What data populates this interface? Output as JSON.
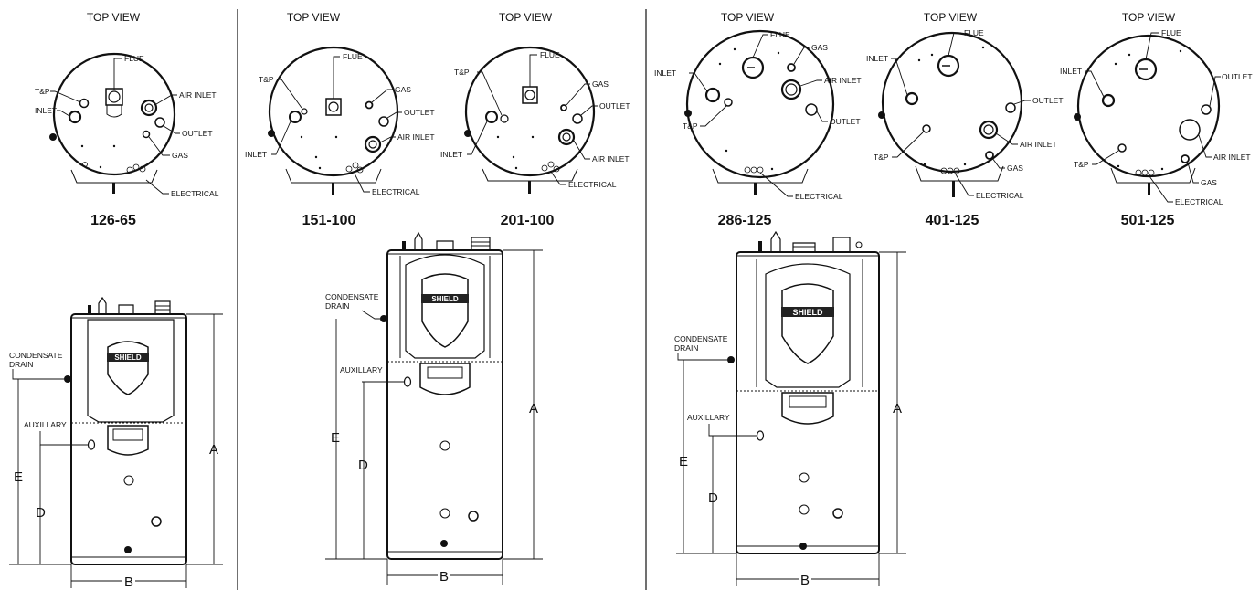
{
  "top_view_label": "TOP VIEW",
  "models": [
    "126-65",
    "151-100",
    "201-100",
    "286-125",
    "401-125",
    "501-125"
  ],
  "labels": {
    "flue": "FLUE",
    "tp": "T&P",
    "inlet": "INLET",
    "air_inlet": "AIR INLET",
    "outlet": "OUTLET",
    "gas": "GAS",
    "electrical": "ELECTRICAL",
    "condensate_drain_1": "CONDENSATE",
    "condensate_drain_2": "DRAIN",
    "auxillary": "AUXILLARY"
  },
  "brand": "SHIELD",
  "dimensions": {
    "a": "A",
    "b": "B",
    "d": "D",
    "e": "E"
  }
}
